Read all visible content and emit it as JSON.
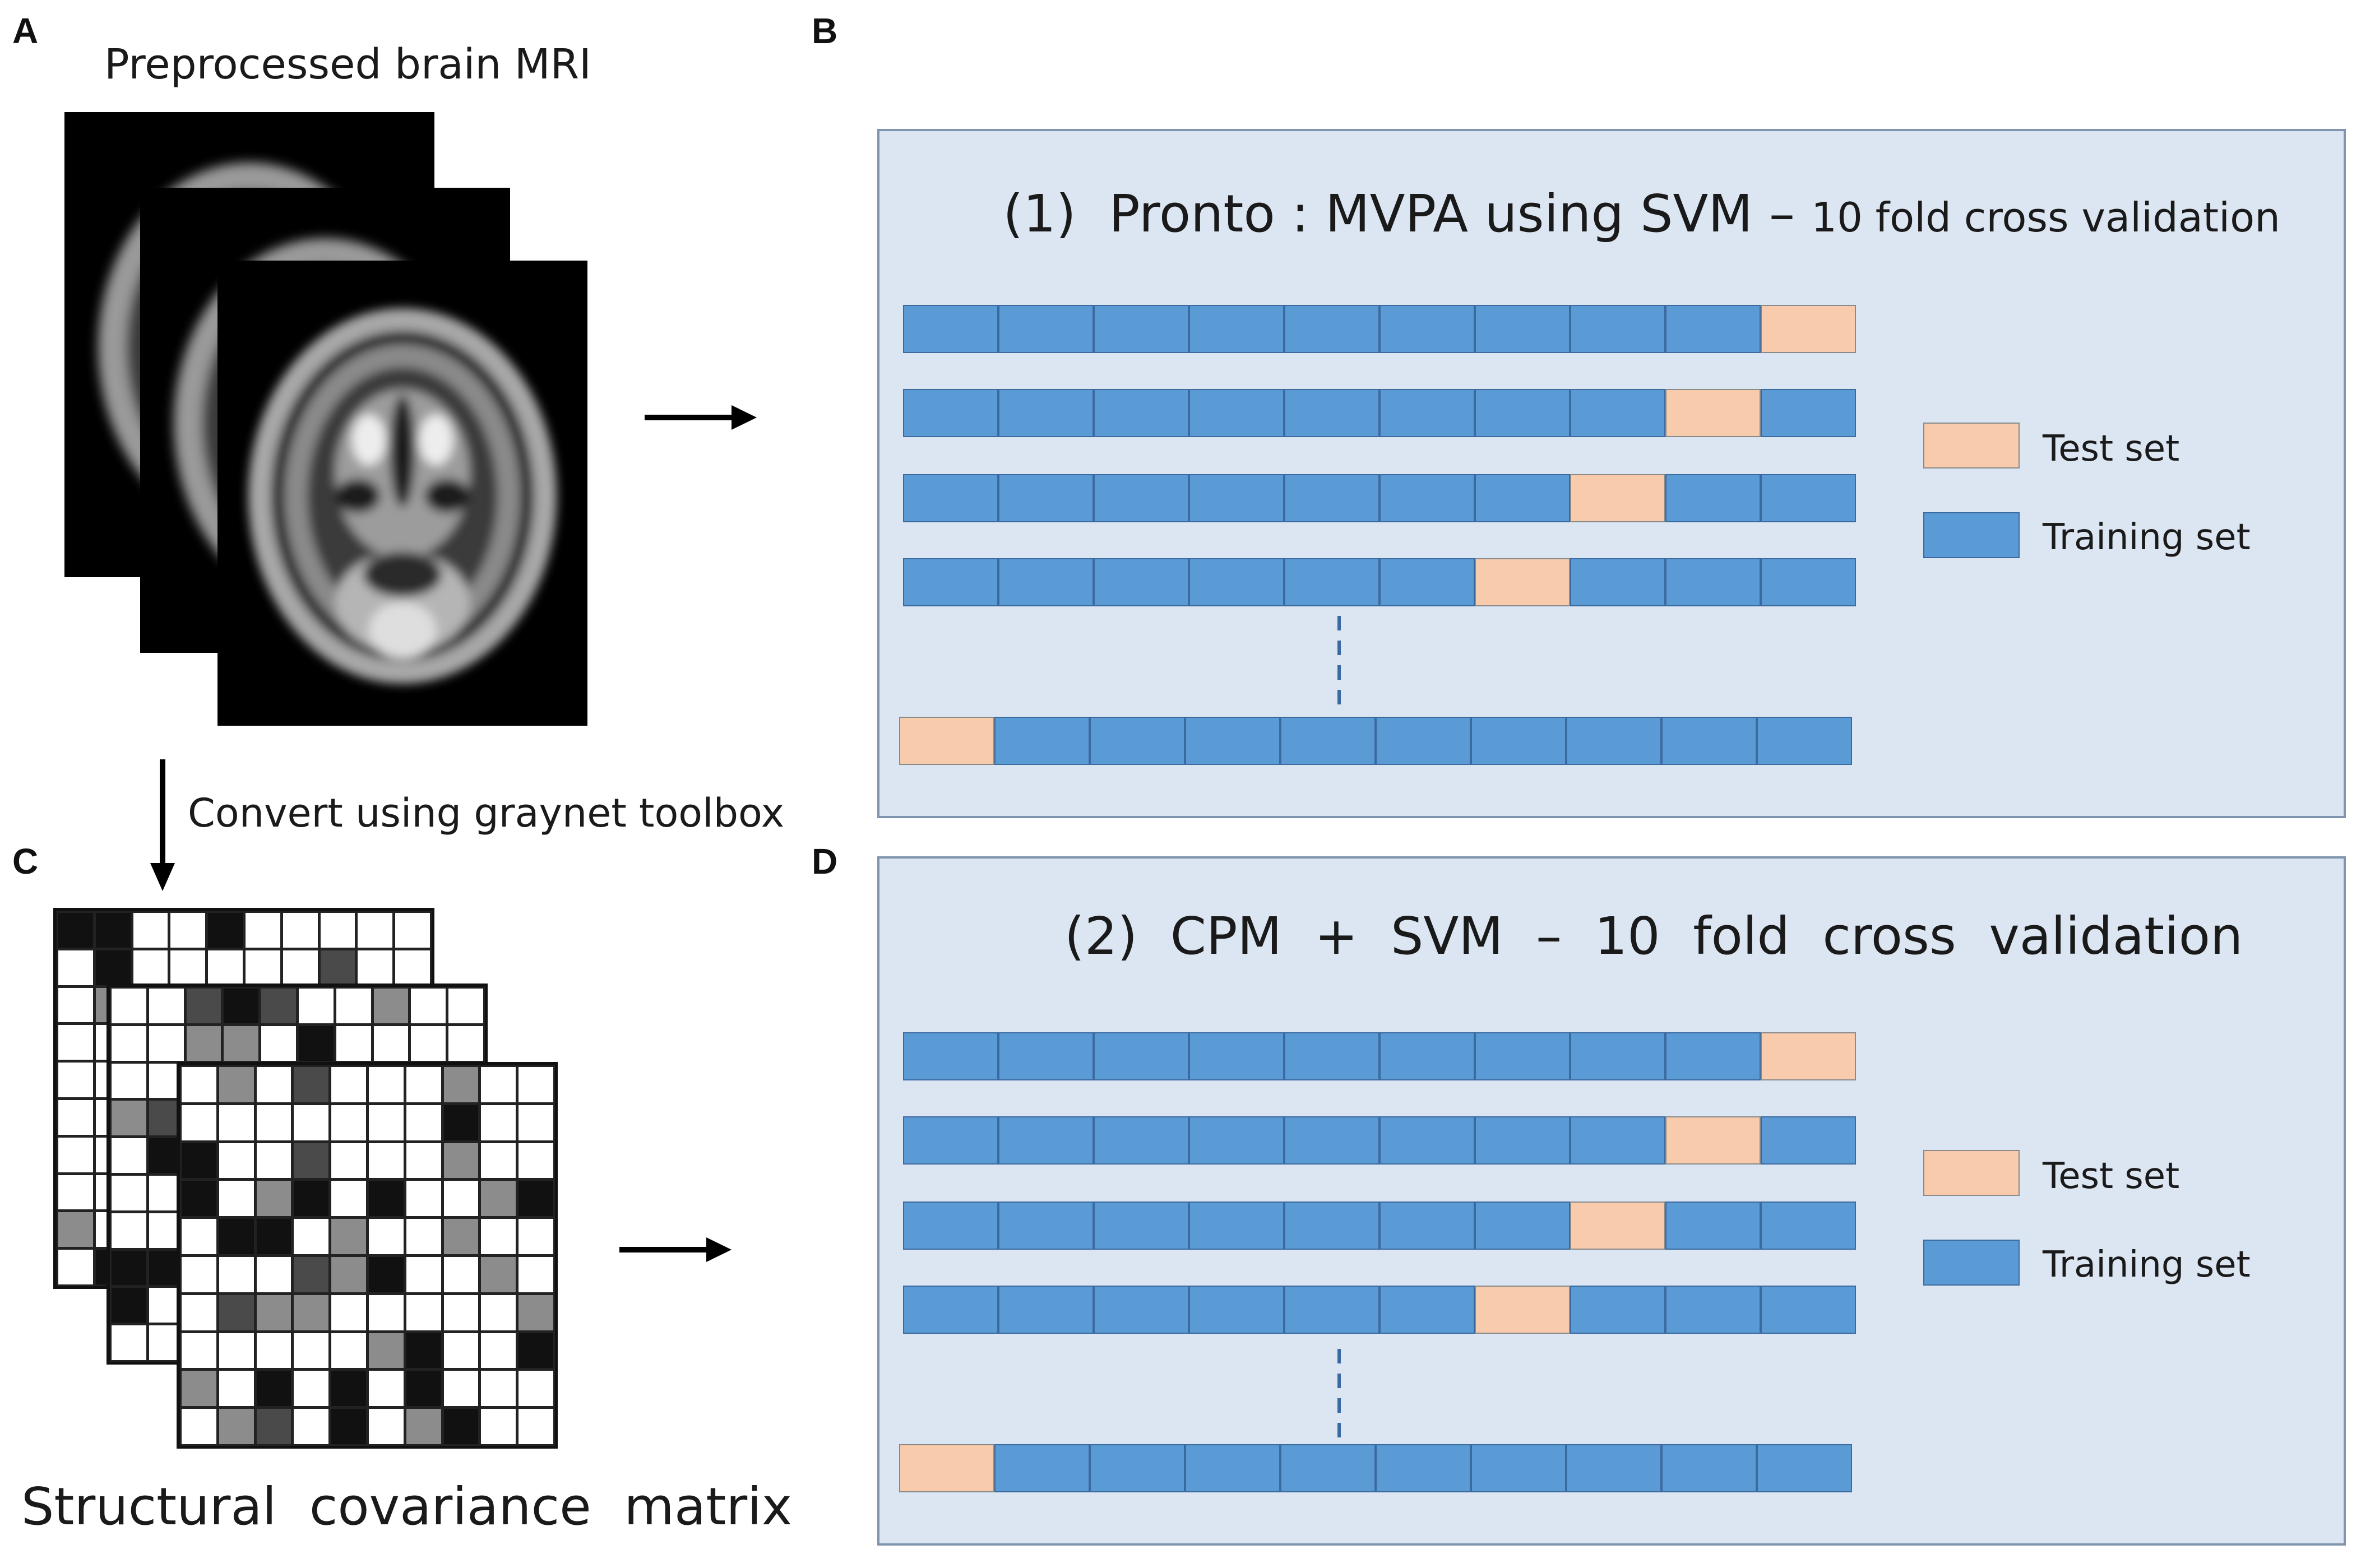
{
  "panels": {
    "a": "A",
    "b": "B",
    "c": "C",
    "d": "D"
  },
  "panel_a": {
    "title": "Preprocessed brain MRI"
  },
  "convert_label": "Convert using graynet toolbox",
  "panel_c": {
    "caption": "Structural  covariance  matrix"
  },
  "panel_b": {
    "title_main": "(1)  Pronto : MVPA using SVM – ",
    "title_small": "10 fold cross validation",
    "legend_test": "Test set",
    "legend_train": "Training set",
    "folds_shown": [
      10,
      9,
      8,
      7,
      1
    ],
    "segments_per_row": 10
  },
  "panel_d": {
    "title": "(2)  CPM  +  SVM  –  10  fold  cross  validation",
    "legend_test": "Test set",
    "legend_train": "Training set",
    "folds_shown": [
      10,
      9,
      8,
      7,
      1
    ],
    "segments_per_row": 10
  },
  "colors": {
    "panel_bg": "#dce6f2",
    "training": "#5b9bd5",
    "test": "#f8cbad"
  }
}
